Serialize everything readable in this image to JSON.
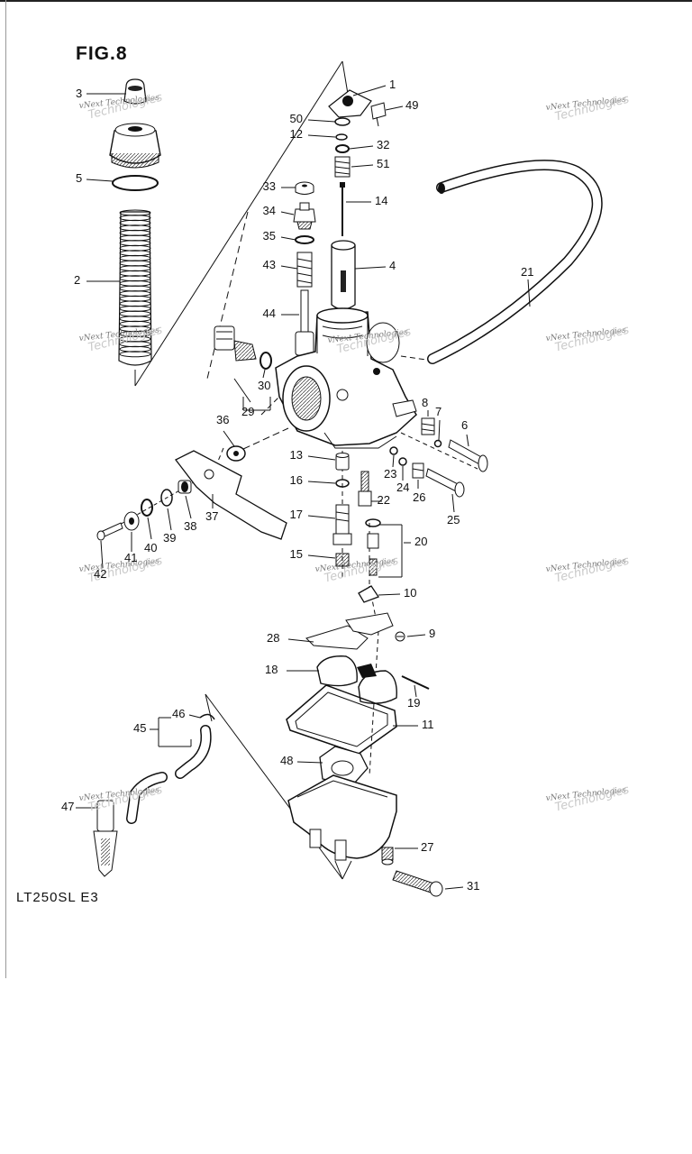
{
  "figure": {
    "title": "FIG.8",
    "model": "LT250SL  E3"
  },
  "watermark": {
    "text": "vNext Technologies",
    "wm_ghost": "Technologies"
  },
  "callouts": [
    {
      "num": "1"
    },
    {
      "num": "49"
    },
    {
      "num": "50"
    },
    {
      "num": "12"
    },
    {
      "num": "32"
    },
    {
      "num": "51"
    },
    {
      "num": "14"
    },
    {
      "num": "33"
    },
    {
      "num": "34"
    },
    {
      "num": "35"
    },
    {
      "num": "43"
    },
    {
      "num": "44"
    },
    {
      "num": "4"
    },
    {
      "num": "21"
    },
    {
      "num": "3"
    },
    {
      "num": "5"
    },
    {
      "num": "2"
    },
    {
      "num": "30"
    },
    {
      "num": "29"
    },
    {
      "num": "8"
    },
    {
      "num": "7"
    },
    {
      "num": "6"
    },
    {
      "num": "36"
    },
    {
      "num": "13"
    },
    {
      "num": "23"
    },
    {
      "num": "16"
    },
    {
      "num": "24"
    },
    {
      "num": "26"
    },
    {
      "num": "22"
    },
    {
      "num": "25"
    },
    {
      "num": "17"
    },
    {
      "num": "20"
    },
    {
      "num": "15"
    },
    {
      "num": "10"
    },
    {
      "num": "37"
    },
    {
      "num": "38"
    },
    {
      "num": "39"
    },
    {
      "num": "40"
    },
    {
      "num": "41"
    },
    {
      "num": "42"
    },
    {
      "num": "9"
    },
    {
      "num": "28"
    },
    {
      "num": "18"
    },
    {
      "num": "19"
    },
    {
      "num": "11"
    },
    {
      "num": "46"
    },
    {
      "num": "45"
    },
    {
      "num": "48"
    },
    {
      "num": "47"
    },
    {
      "num": "27"
    },
    {
      "num": "31"
    }
  ]
}
